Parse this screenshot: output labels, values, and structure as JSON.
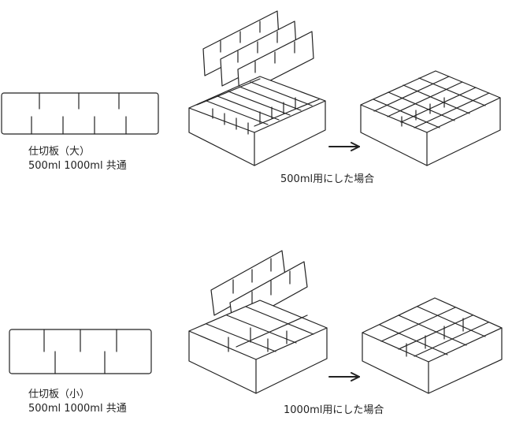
{
  "top": {
    "divider_name": "仕切板（大）",
    "divider_compat": "500ml 1000ml 共通",
    "result_caption": "500ml用にした場合"
  },
  "bottom": {
    "divider_name": "仕切板（小）",
    "divider_compat": "500ml 1000ml 共通",
    "result_caption": "1000ml用にした場合"
  },
  "colors": {
    "line": "#222222",
    "background": "#ffffff"
  }
}
